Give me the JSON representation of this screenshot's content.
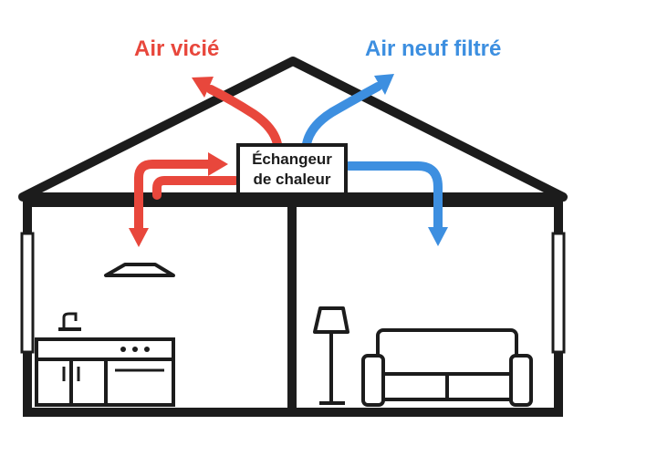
{
  "labels": {
    "stale_air": "Air vicié",
    "fresh_air": "Air neuf filtré"
  },
  "exchanger": {
    "line1": "Échangeur",
    "line2": "de chaleur"
  },
  "colors": {
    "stale_air": "#e8473c",
    "fresh_air": "#3d8fe0",
    "outline": "#1c1c1c"
  }
}
